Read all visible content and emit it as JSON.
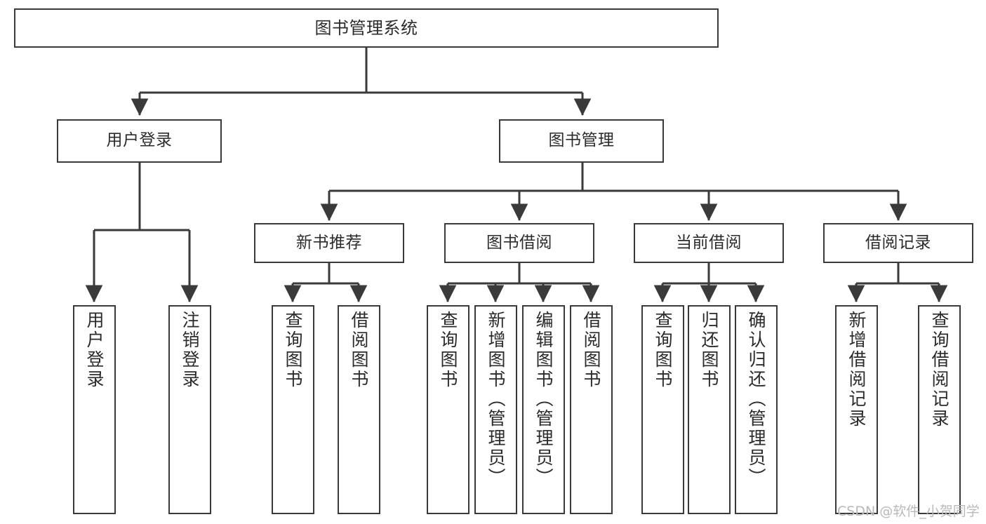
{
  "diagram": {
    "title": "图书管理系统",
    "type": "tree-hierarchy",
    "watermark": "CSDN @软件_小贺同学",
    "colors": {
      "stroke": "#3a3a3a",
      "text": "#2b2b2b",
      "background": "#ffffff",
      "watermark": "#b9b9b9"
    },
    "nodes": {
      "root": {
        "label": "图书管理系统"
      },
      "level2": [
        {
          "id": "user-login",
          "label": "用户登录"
        },
        {
          "id": "book-manage",
          "label": "图书管理"
        }
      ],
      "level3": [
        {
          "id": "new-book-rec",
          "label": "新书推荐"
        },
        {
          "id": "book-borrow",
          "label": "图书借阅"
        },
        {
          "id": "current-borrow",
          "label": "当前借阅"
        },
        {
          "id": "borrow-record",
          "label": "借阅记录"
        }
      ],
      "leaves": {
        "user-login": [
          {
            "id": "leaf-user-login",
            "label": "用户登录"
          },
          {
            "id": "leaf-user-logout",
            "label": "注销登录"
          }
        ],
        "new-book-rec": [
          {
            "id": "leaf-query-book-1",
            "label": "查询图书"
          },
          {
            "id": "leaf-borrow-book-1",
            "label": "借阅图书"
          }
        ],
        "book-borrow": [
          {
            "id": "leaf-query-book-2",
            "label": "查询图书"
          },
          {
            "id": "leaf-add-book",
            "label": "新增图书（管理员）"
          },
          {
            "id": "leaf-edit-book",
            "label": "编辑图书（管理员）"
          },
          {
            "id": "leaf-borrow-book-2",
            "label": "借阅图书"
          }
        ],
        "current-borrow": [
          {
            "id": "leaf-query-book-3",
            "label": "查询图书"
          },
          {
            "id": "leaf-return-book",
            "label": "归还图书"
          },
          {
            "id": "leaf-confirm-return",
            "label": "确认归还（管理员）"
          }
        ],
        "borrow-record": [
          {
            "id": "leaf-add-record",
            "label": "新增借阅记录"
          },
          {
            "id": "leaf-query-record",
            "label": "查询借阅记录"
          }
        ]
      }
    }
  }
}
